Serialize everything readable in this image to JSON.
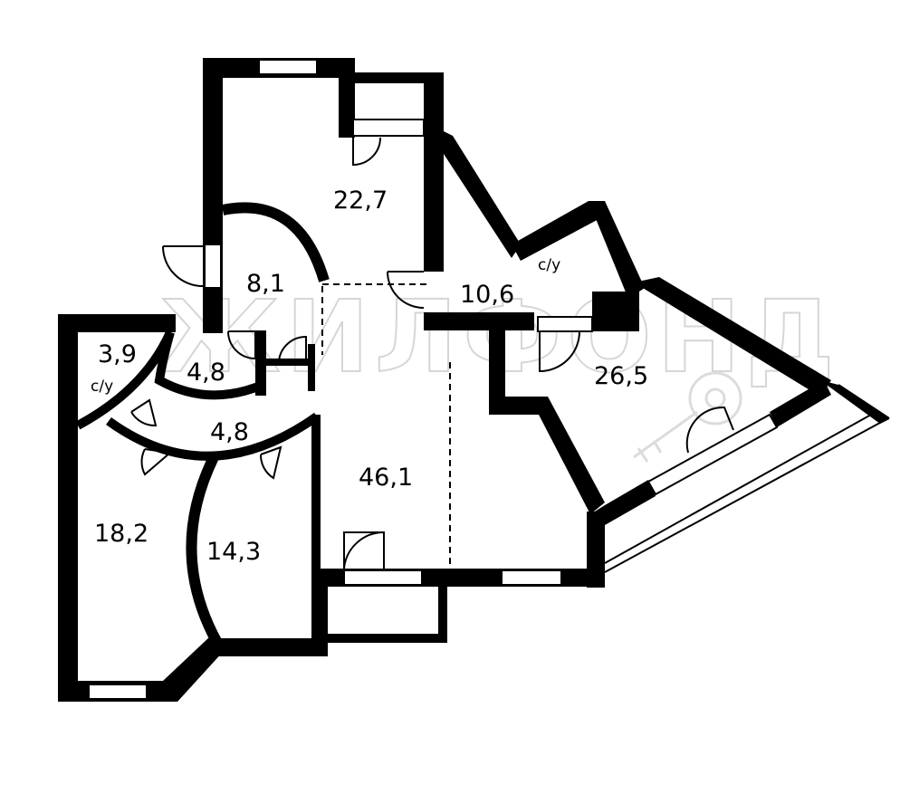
{
  "rooms": [
    {
      "id": "room-22-7",
      "area": "22,7"
    },
    {
      "id": "room-8-1",
      "area": "8,1"
    },
    {
      "id": "room-10-6",
      "area": "10,6"
    },
    {
      "id": "room-26-5",
      "area": "26,5"
    },
    {
      "id": "room-3-9",
      "area": "3,9"
    },
    {
      "id": "room-4-8-a",
      "area": "4,8"
    },
    {
      "id": "room-4-8-b",
      "area": "4,8"
    },
    {
      "id": "room-46-1",
      "area": "46,1"
    },
    {
      "id": "room-18-2",
      "area": "18,2"
    },
    {
      "id": "room-14-3",
      "area": "14,3"
    }
  ],
  "bathroom_labels": [
    "с/у",
    "с/у"
  ],
  "watermark": "ЖИЛФОНД",
  "colors": {
    "wall": "#000000",
    "background": "#ffffff",
    "watermark": "#d6d6d6"
  }
}
